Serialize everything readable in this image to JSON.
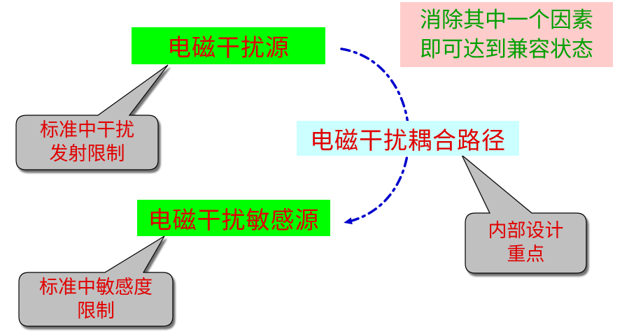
{
  "source_label": "电磁干扰源",
  "path_label": "电磁干扰耦合路径",
  "sensitive_label": "电磁干扰敏感源",
  "note": {
    "line1": "消除其中一个因素",
    "line2": "即可达到兼容状态"
  },
  "callout_emission": {
    "line1": "标准中干扰",
    "line2": "发射限制"
  },
  "callout_design": {
    "line1": "内部设计",
    "line2": "重点"
  },
  "callout_sensitivity": {
    "line1": "标准中敏感度",
    "line2": "限制"
  },
  "colors": {
    "text_red": "#e00000",
    "box_green": "#00ff00",
    "box_cyan": "#ccffff",
    "note_bg": "#ffcccc",
    "note_text": "#00a000",
    "callout_bg": "#c0c0c0",
    "arrow_blue": "#0000cc"
  }
}
